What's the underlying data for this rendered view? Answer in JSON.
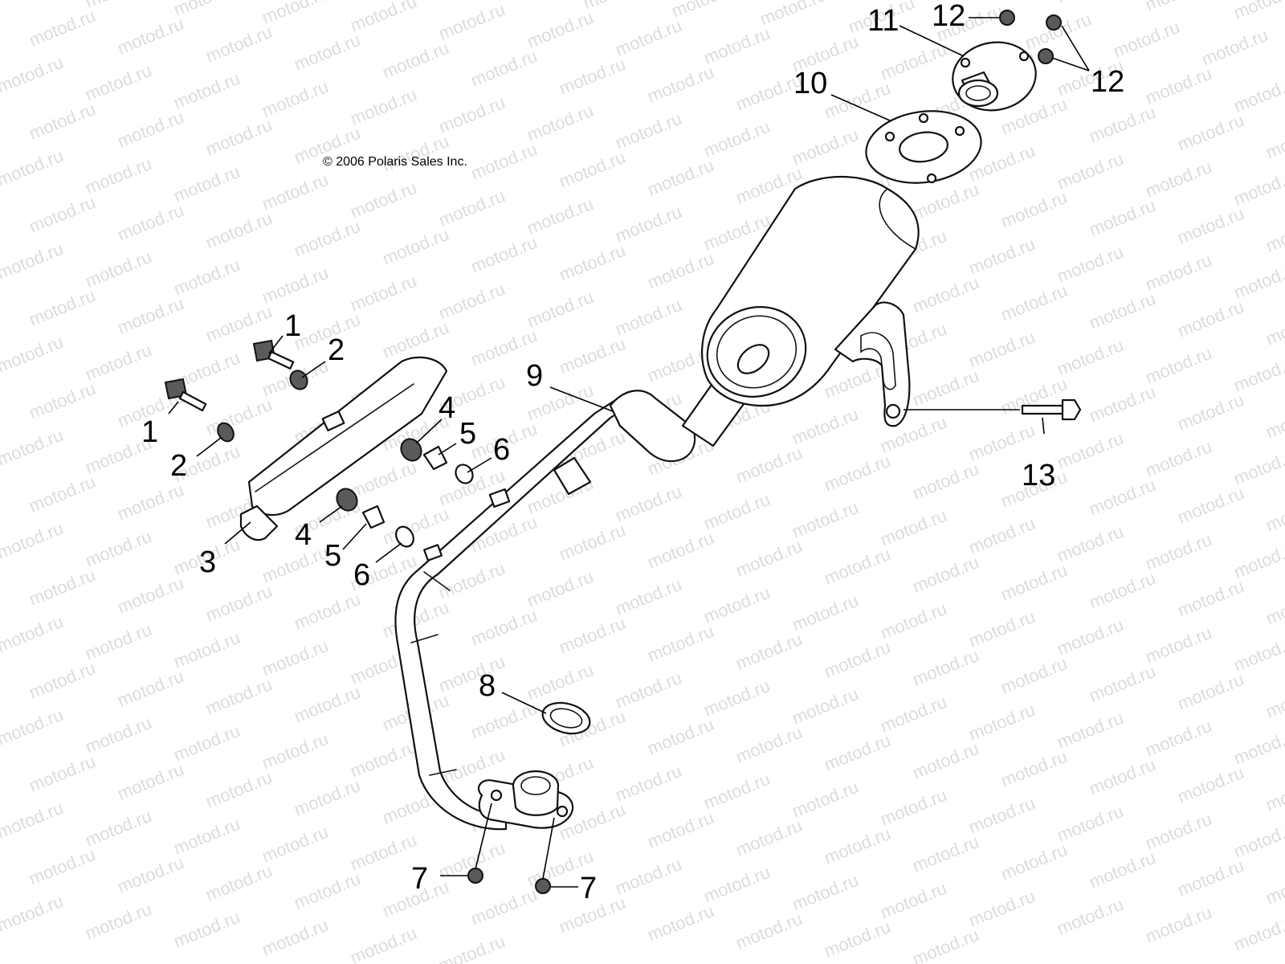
{
  "copyright": "© 2006 Polaris Sales Inc.",
  "watermark": "motod.ru",
  "callouts": {
    "c1a": "1",
    "c1b": "1",
    "c2a": "2",
    "c2b": "2",
    "c3": "3",
    "c4a": "4",
    "c4b": "4",
    "c5a": "5",
    "c5b": "5",
    "c6a": "6",
    "c6b": "6",
    "c7a": "7",
    "c7b": "7",
    "c8": "8",
    "c9": "9",
    "c10": "10",
    "c11": "11",
    "c12a": "12",
    "c12b": "12",
    "c13": "13"
  },
  "colors": {
    "line": "#111111",
    "watermark": "#dcdcdc",
    "background": "#ffffff"
  }
}
